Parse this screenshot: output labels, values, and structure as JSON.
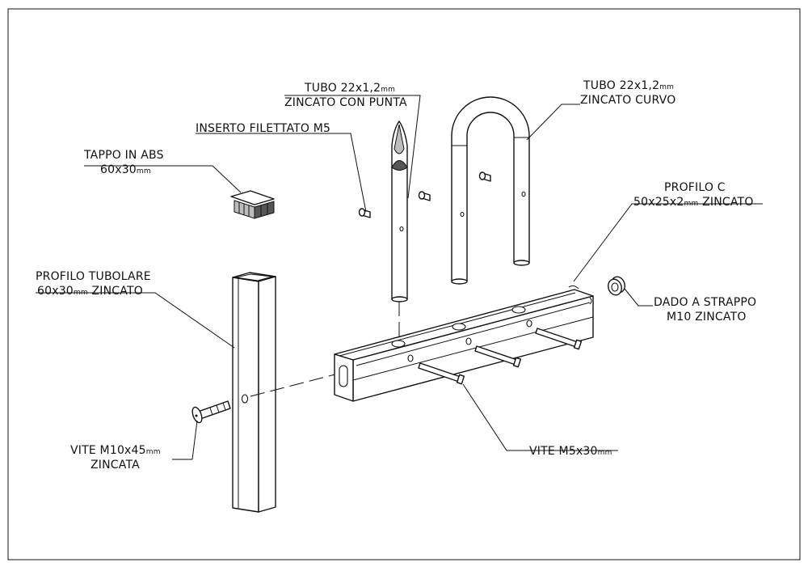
{
  "labels": {
    "tubo_punta_l1": "TUBO 22x1,2",
    "tubo_punta_l1_unit": "mm",
    "tubo_punta_l2": "ZINCATO CON PUNTA",
    "tubo_curvo_l1": "TUBO 22x1,2",
    "tubo_curvo_l1_unit": "mm",
    "tubo_curvo_l2": "ZINCATO CURVO",
    "inserto": "INSERTO FILETTATO M5",
    "tappo_l1": "TAPPO IN ABS",
    "tappo_l2": "60x30",
    "tappo_l2_unit": "mm",
    "profilo_c_l1": "PROFILO C",
    "profilo_c_l2": "50x25x2",
    "profilo_c_l2_unit": "mm",
    "profilo_c_l2_tail": " ZINCATO",
    "profilo_tub_l1": "PROFILO TUBOLARE",
    "profilo_tub_l2": "60x30",
    "profilo_tub_l2_unit": "mm",
    "profilo_tub_l2_tail": " ZINCATO",
    "dado_l1": "DADO A STRAPPO",
    "dado_l2": "M10 ZINCATO",
    "vite_m10_l1": "VITE M10x45",
    "vite_m10_l1_unit": "mm",
    "vite_m10_l2": "ZINCATA",
    "vite_m5": "VITE M5x30",
    "vite_m5_unit": "mm"
  }
}
